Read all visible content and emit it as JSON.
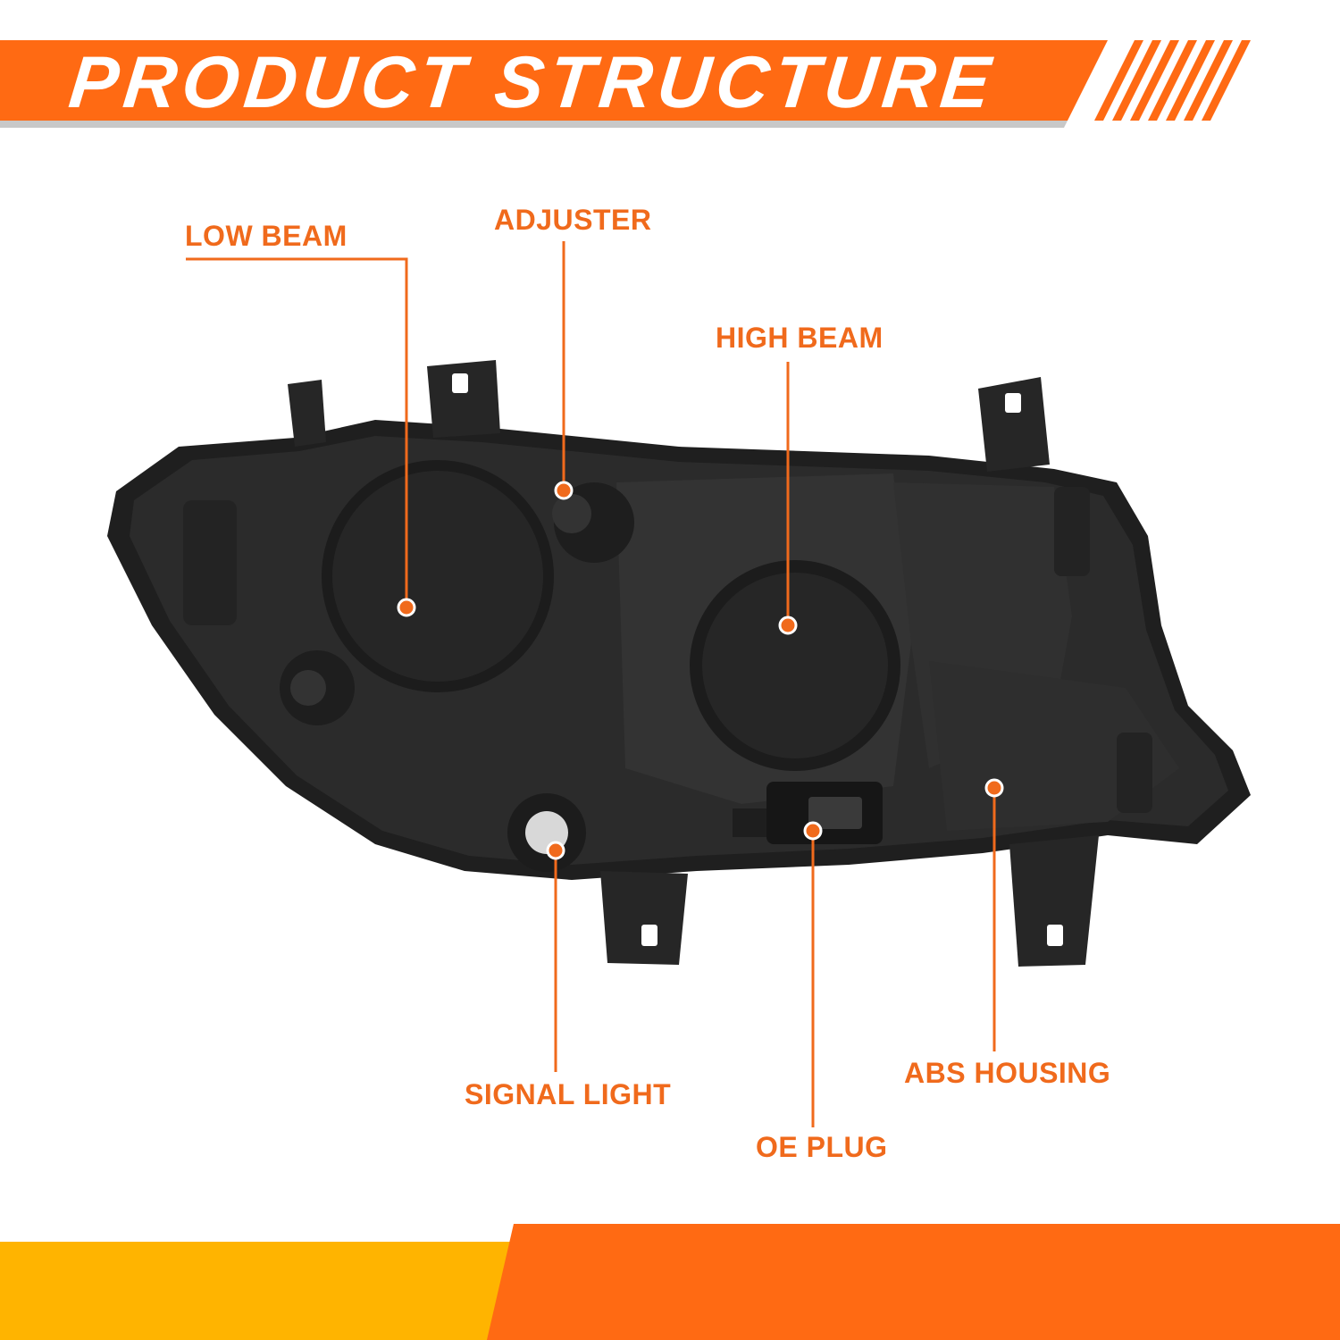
{
  "banner": {
    "title": "PRODUCT STRUCTURE"
  },
  "callouts": {
    "low_beam": "LOW BEAM",
    "adjuster": "ADJUSTER",
    "high_beam": "HIGH BEAM",
    "signal_light": "SIGNAL LIGHT",
    "oe_plug": "OE PLUG",
    "abs_housing": "ABS HOUSING"
  },
  "colors": {
    "accent_orange": "#ff6a13",
    "label_orange": "#f06a1c",
    "footer_yellow": "#ffb400",
    "housing_dark": "#2b2b2b"
  }
}
